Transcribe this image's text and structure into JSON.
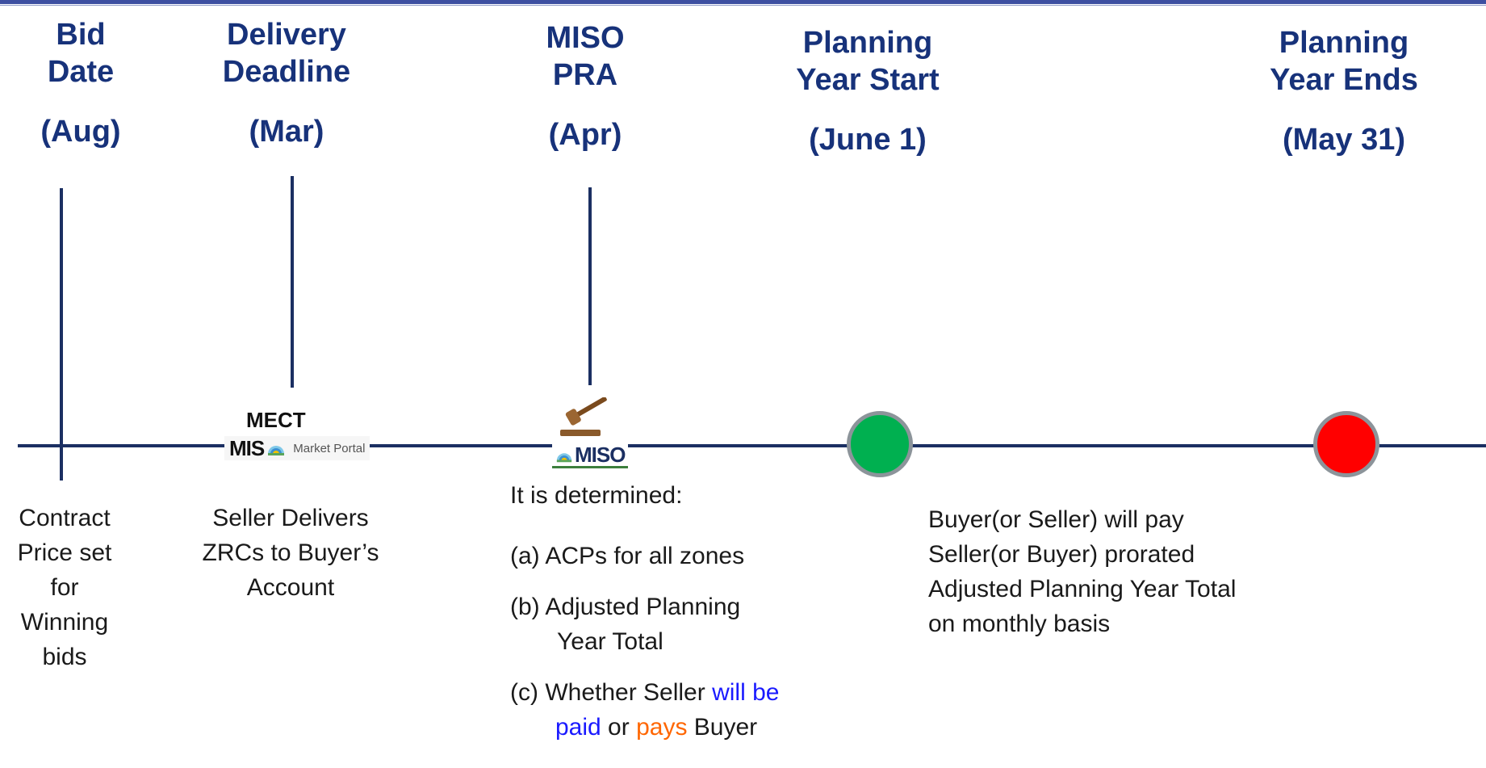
{
  "milestones": [
    {
      "title_line1": "Bid",
      "title_line2": "Date",
      "period": "(Aug)"
    },
    {
      "title_line1": "Delivery",
      "title_line2": "Deadline",
      "period": "(Mar)"
    },
    {
      "title_line1": "MISO",
      "title_line2": "PRA",
      "period": "(Apr)"
    },
    {
      "title_line1": "Planning",
      "title_line2": "Year Start",
      "period": "(June 1)"
    },
    {
      "title_line1": "Planning",
      "title_line2": "Year Ends",
      "period": "(May 31)"
    }
  ],
  "logos": {
    "mect_label": "MECT",
    "portal_brand": "MIS",
    "portal_text": "Market Portal",
    "pra_brand": "MISO"
  },
  "descriptions": {
    "bid": [
      "Contract",
      "Price set",
      "for",
      "Winning",
      "bids"
    ],
    "delivery": [
      "Seller Delivers",
      "ZRCs to Buyer’s",
      "Account"
    ],
    "pra_intro": "It is determined:",
    "pra_a": "(a) ACPs for all zones",
    "pra_b_line1": "(b) Adjusted Planning",
    "pra_b_line2": "Year Total",
    "pra_c_prefix": "(c) Whether Seller ",
    "pra_c_blue1": "will be",
    "pra_c_blue2": "paid",
    "pra_c_mid": " or ",
    "pra_c_orange": "pays",
    "pra_c_suffix": " Buyer",
    "payment": [
      "Buyer(or Seller) will pay",
      "Seller(or Buyer) prorated",
      "Adjusted Planning Year Total",
      "on monthly basis"
    ]
  },
  "colors": {
    "heading": "#17327a",
    "timeline": "#1b2f62",
    "start_dot": "#00b050",
    "end_dot": "#ff0000",
    "highlight_blue": "#1a1aff",
    "highlight_orange": "#ff6600"
  }
}
